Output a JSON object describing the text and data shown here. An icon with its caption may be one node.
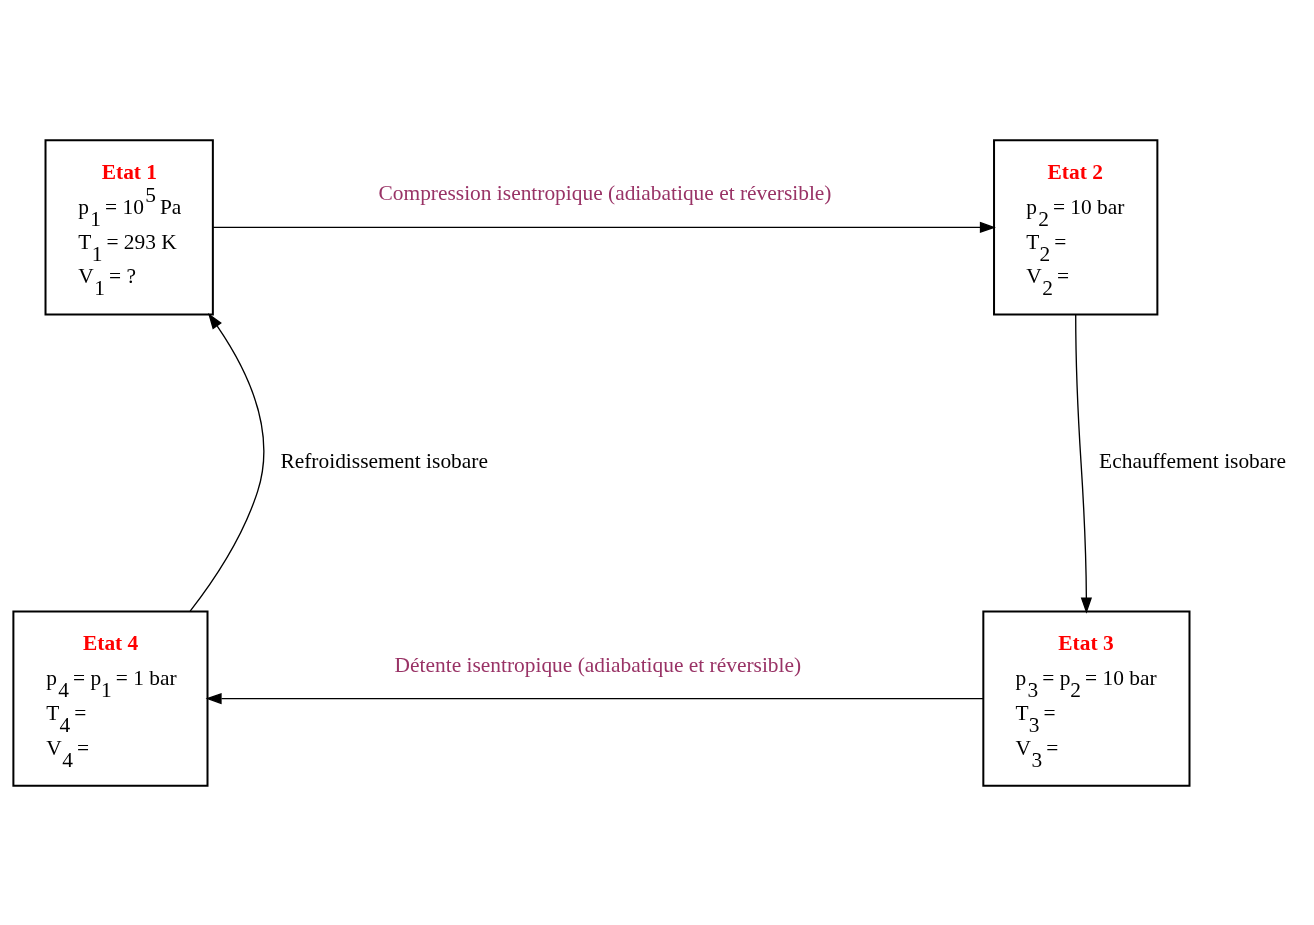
{
  "diagram": {
    "nodes": [
      {
        "text": [
          "Etat 1",
          "p$_{1}$ = 10$^{5}$ Pa",
          "T$_{1}$ = 293 K",
          "V$_{1}$ = ?"
        ]
      },
      {
        "text": [
          "Etat 2",
          "p$_{2}$ = 10 bar",
          "T$_{2}$ =",
          "V$_{2}$ ="
        ]
      },
      {
        "text": [
          "Etat 3",
          "p$_{3}$ = p$_{2}$ = 10 bar",
          "T$_{3}$ =",
          "V$_{3}$ ="
        ]
      },
      {
        "text": [
          "Etat 4",
          "p$_{4}$ = p$_{1}$ = 1 bar",
          "T$_{4}$ =",
          "V$_{4}$ ="
        ]
      }
    ],
    "edges": [
      {
        "from": 0,
        "to": 1,
        "arrow": "to",
        "label": "Compression isentropique (adiabatique et réversible)"
      },
      {
        "from": 1,
        "to": 2,
        "arrow": "to",
        "label": "Echauffement isobare"
      },
      {
        "from": 2,
        "to": 3,
        "arrow": "to",
        "label": "Détente isentropique (adiabatique et réversible)"
      },
      {
        "from": 3,
        "to": 0,
        "arrow": "to",
        "label": "Refroidissement isobare"
      }
    ]
  }
}
